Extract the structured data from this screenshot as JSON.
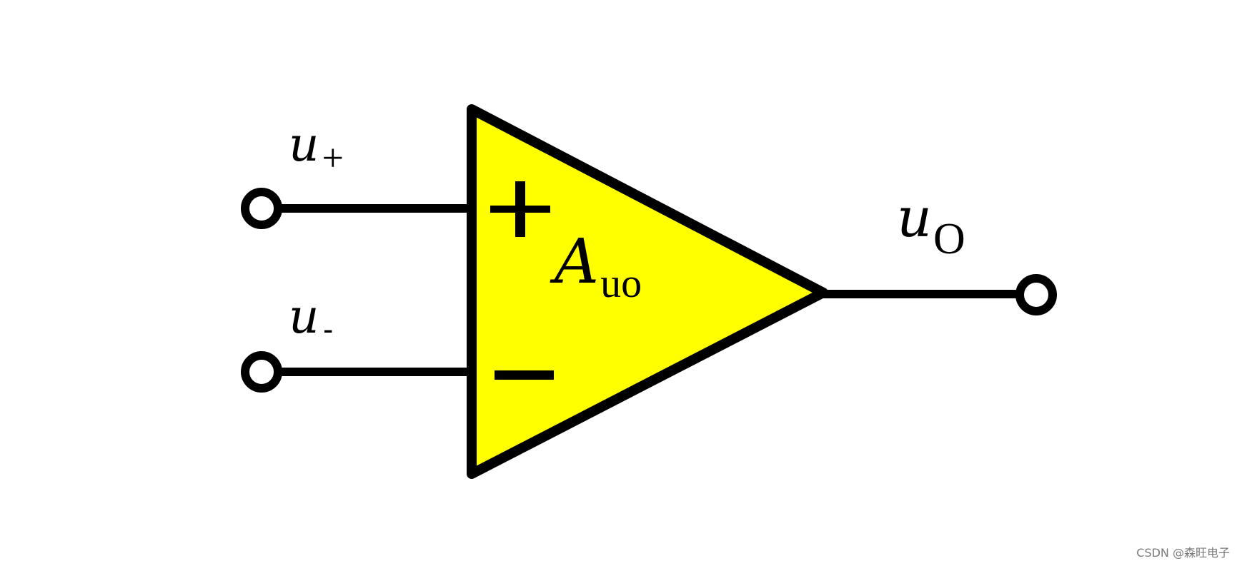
{
  "diagram": {
    "colors": {
      "stroke": "#000000",
      "amp_fill": "#ffff00",
      "background": "#ffffff"
    },
    "inputs": {
      "noninverting": {
        "var": "u",
        "sub": "+"
      },
      "inverting": {
        "var": "u",
        "sub": "-"
      }
    },
    "output": {
      "var": "u",
      "sub": "O"
    },
    "gain": {
      "var": "A",
      "sub": "uo"
    },
    "signs": {
      "plus": "+",
      "minus": "−"
    }
  },
  "watermark": "CSDN @森旺电子"
}
